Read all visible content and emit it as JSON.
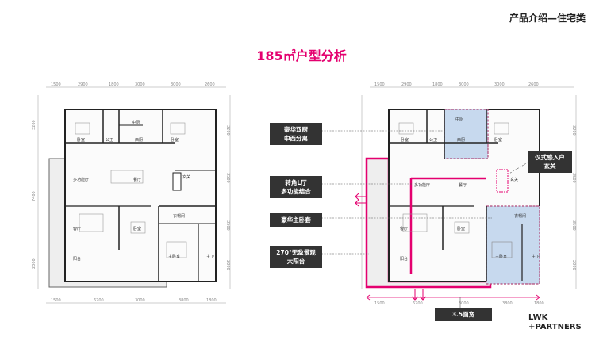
{
  "header": {
    "title": "产品介绍—住宅类"
  },
  "page_title": "185㎡户型分析",
  "plan_top_dims": [
    "1500",
    "2900",
    "1800",
    "3000",
    "3000",
    "2600"
  ],
  "plan_bottom_dims": [
    "1500",
    "6700",
    "3000",
    "3800",
    "1800"
  ],
  "plan_left_dims": [
    "3200",
    "7400",
    "2000"
  ],
  "plan_right_dims": [
    "3200",
    "3500",
    "3500",
    "2000"
  ],
  "rooms": {
    "bedroom_a": "卧室",
    "bath_a": "公卫",
    "west_kitchen": "西厨",
    "chinese_kitchen": "中厨",
    "bedroom_b": "卧室",
    "multi_hall": "多功能厅",
    "dining": "餐厅",
    "foyer": "玄关",
    "cloakroom": "衣帽间",
    "living": "客厅",
    "bedroom_c": "卧室",
    "master": "主卧室",
    "master_bath": "主卫",
    "balcony": "阳台"
  },
  "callouts": {
    "kitchen": "豪华双厨\n中西分离",
    "lhall": "转角L厅\n多功能结合",
    "suite": "豪华主卧套",
    "balcony": "270°无敌景观\n大阳台",
    "foyer": "仪式感入户\n玄关",
    "width": "3.5面宽"
  },
  "logo": {
    "line1": "LWK",
    "line2": "+PARTNERS"
  },
  "colors": {
    "accent": "#e4006f",
    "highlight_fill": "#c7d9ee",
    "highlight_stroke": "#b24a7a",
    "callout_bg": "#333333"
  }
}
